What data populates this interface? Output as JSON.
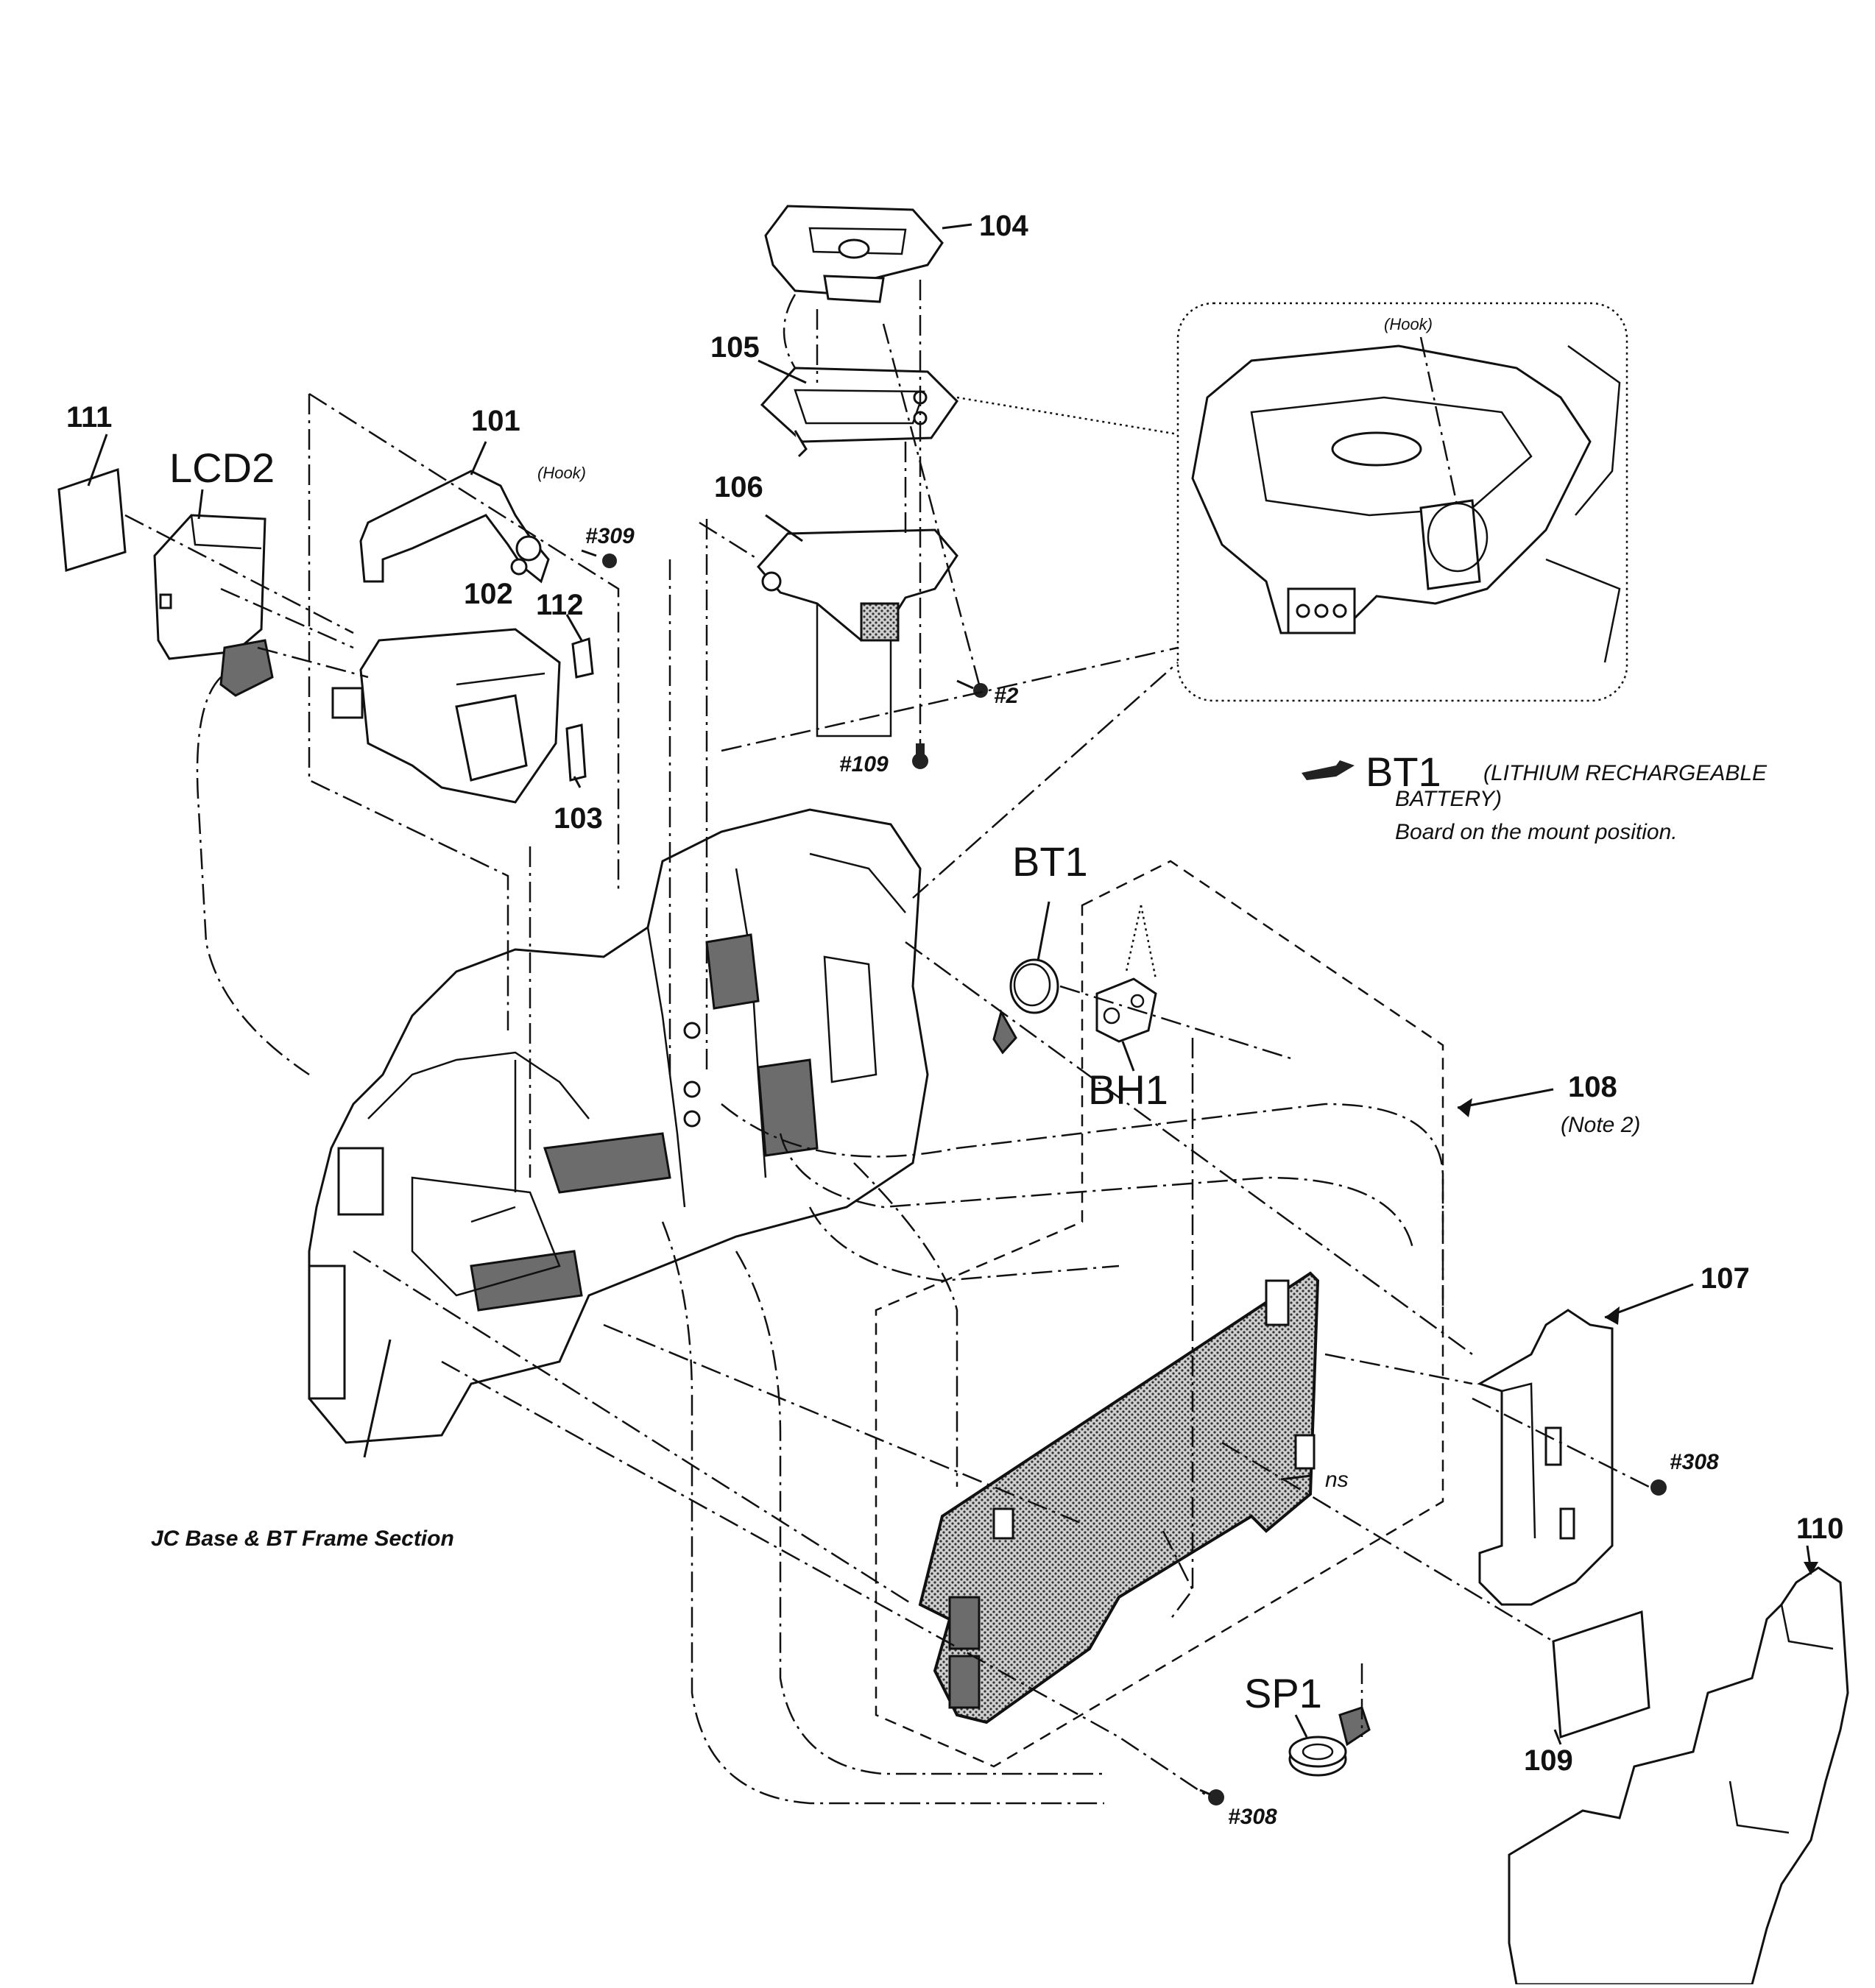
{
  "labels": {
    "p104": "104",
    "p105": "105",
    "p106": "106",
    "p101": "101",
    "p102": "102",
    "p112": "112",
    "p103": "103",
    "p111": "111",
    "lcd2": "LCD2",
    "hook_top": "(Hook)",
    "hook_detail": "(Hook)",
    "s309": "#309",
    "s2": "#2",
    "s109": "#109",
    "bt1_legend": "BT1",
    "bt1_legend_desc1": "(LITHIUM RECHARGEABLE",
    "bt1_legend_desc2": "BATTERY)",
    "bt1_legend_desc3": "Board on the mount position.",
    "bt1": "BT1",
    "bh1": "BH1",
    "p108": "108",
    "note2": "(Note 2)",
    "p107": "107",
    "s308_right": "#308",
    "ns": "ns",
    "p110": "110",
    "p109": "109",
    "sp1": "SP1",
    "s308_bottom": "#308",
    "jc_base": "JC Base & BT Frame Section"
  }
}
